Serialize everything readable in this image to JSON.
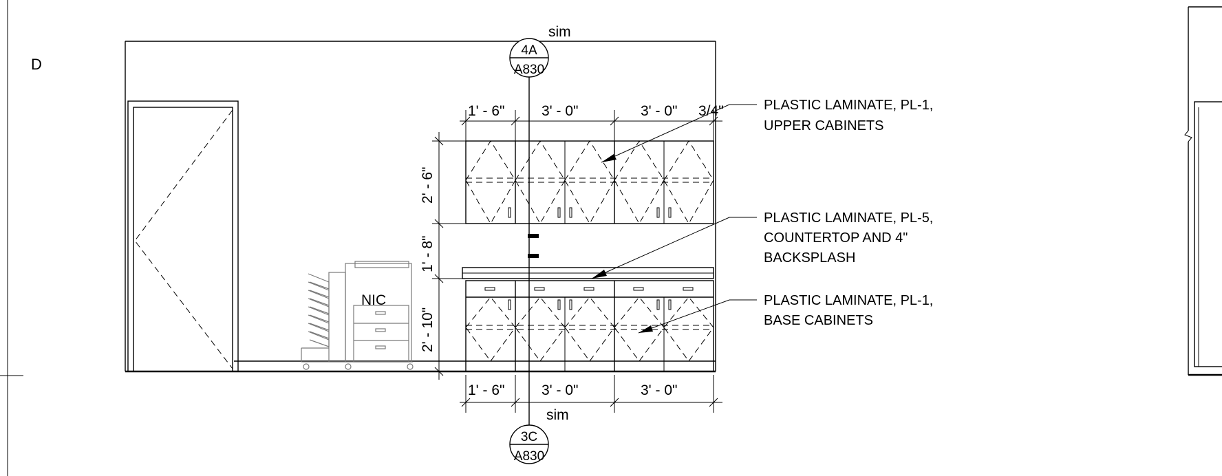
{
  "grid_label": "D",
  "section_top": {
    "label": "sim",
    "detail": "4A",
    "sheet": "A830"
  },
  "section_bottom": {
    "label": "sim",
    "detail": "3C",
    "sheet": "A830"
  },
  "dims_top": [
    "1' - 6\"",
    "3' - 0\"",
    "3' - 0\"",
    "3/4\""
  ],
  "dims_bottom": [
    "1' - 6\"",
    "3' - 0\"",
    "3' - 0\""
  ],
  "dims_vertical": [
    "2' - 6\"",
    "1' - 8\"",
    "2' - 10\""
  ],
  "equipment_label": "NIC",
  "notes": [
    {
      "line1": "PLASTIC LAMINATE, PL-1,",
      "line2": "UPPER CABINETS"
    },
    {
      "line1": "PLASTIC LAMINATE, PL-5,",
      "line2": "COUNTERTOP AND 4\"",
      "line3": "BACKSPLASH"
    },
    {
      "line1": "PLASTIC LAMINATE, PL-1,",
      "line2": "BASE CABINETS"
    }
  ]
}
